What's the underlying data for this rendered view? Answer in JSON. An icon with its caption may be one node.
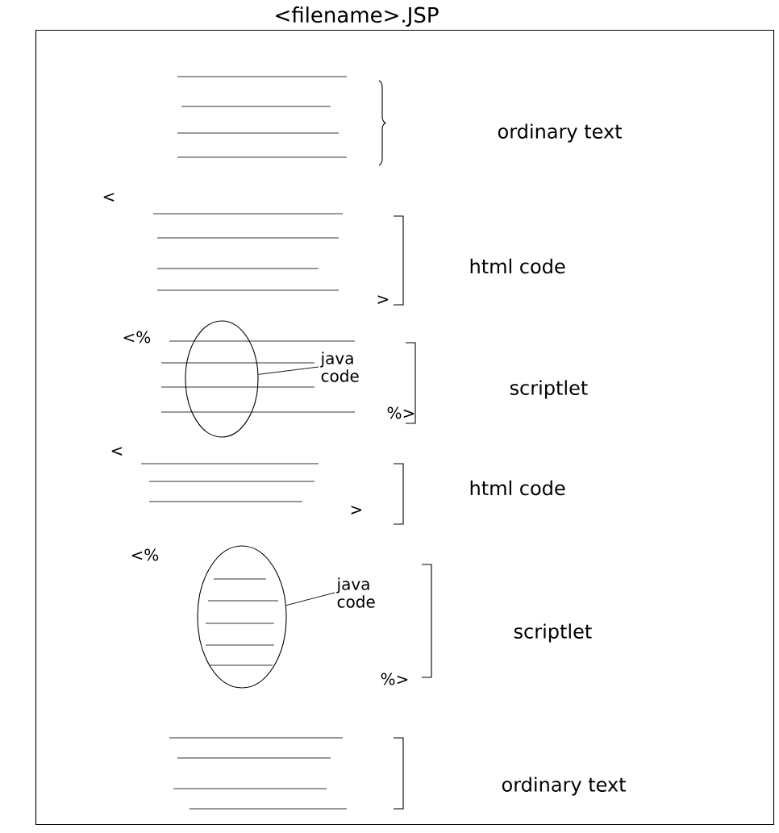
{
  "diagram": {
    "nodes": [
      {
        "text": [
          "<filename>.JSP"
        ]
      },
      {
        "text": [],
        "shape": "circle",
        "in": 0
      },
      {
        "text": [
          "java code"
        ],
        "in": 0
      },
      {
        "text": [],
        "shape": "circle",
        "in": 0
      },
      {
        "text": [
          "java code"
        ],
        "in": 0
      }
    ],
    "edges": [
      {
        "from": 2,
        "to": 1,
        "arrow": "none"
      },
      {
        "from": 4,
        "to": 3,
        "arrow": "none"
      }
    ],
    "labels": [
      "ordinary text",
      "<",
      "html code",
      ">",
      "<%",
      "scriptlet",
      "%>",
      "<",
      "html code",
      ">",
      "<%",
      "scriptlet",
      "%>",
      "ordinary text"
    ]
  }
}
